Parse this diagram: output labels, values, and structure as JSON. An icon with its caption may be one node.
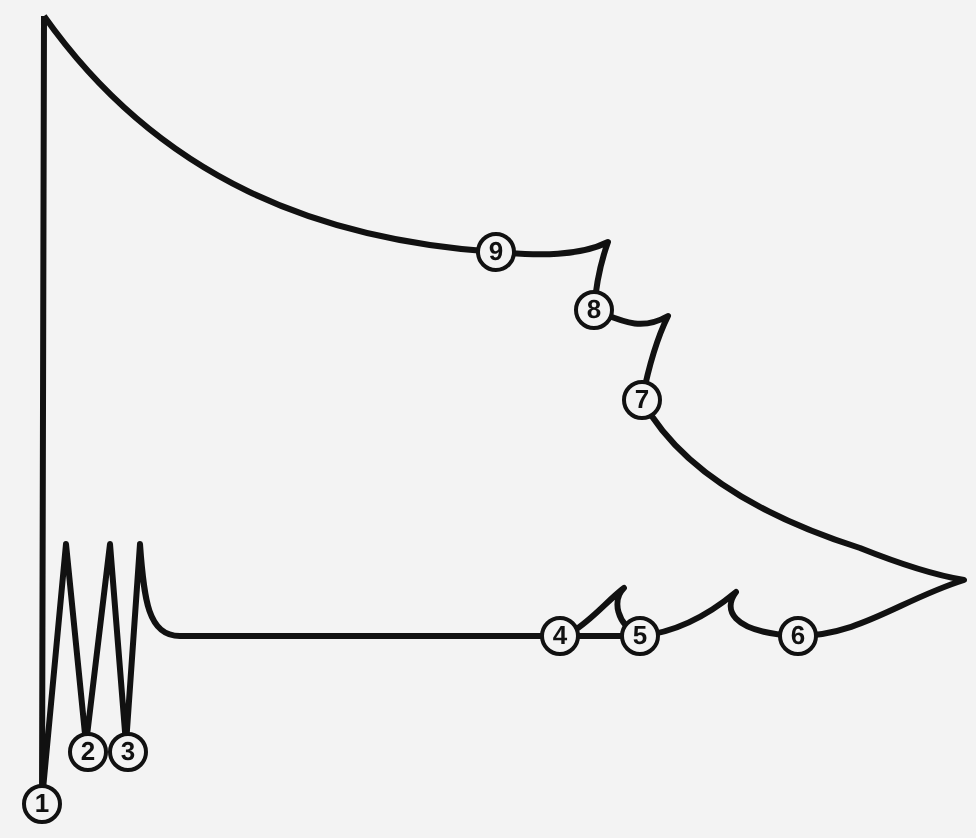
{
  "diagram": {
    "labels": [
      "9",
      "8",
      "7",
      "4",
      "5",
      "6",
      "2",
      "3",
      "1"
    ]
  }
}
